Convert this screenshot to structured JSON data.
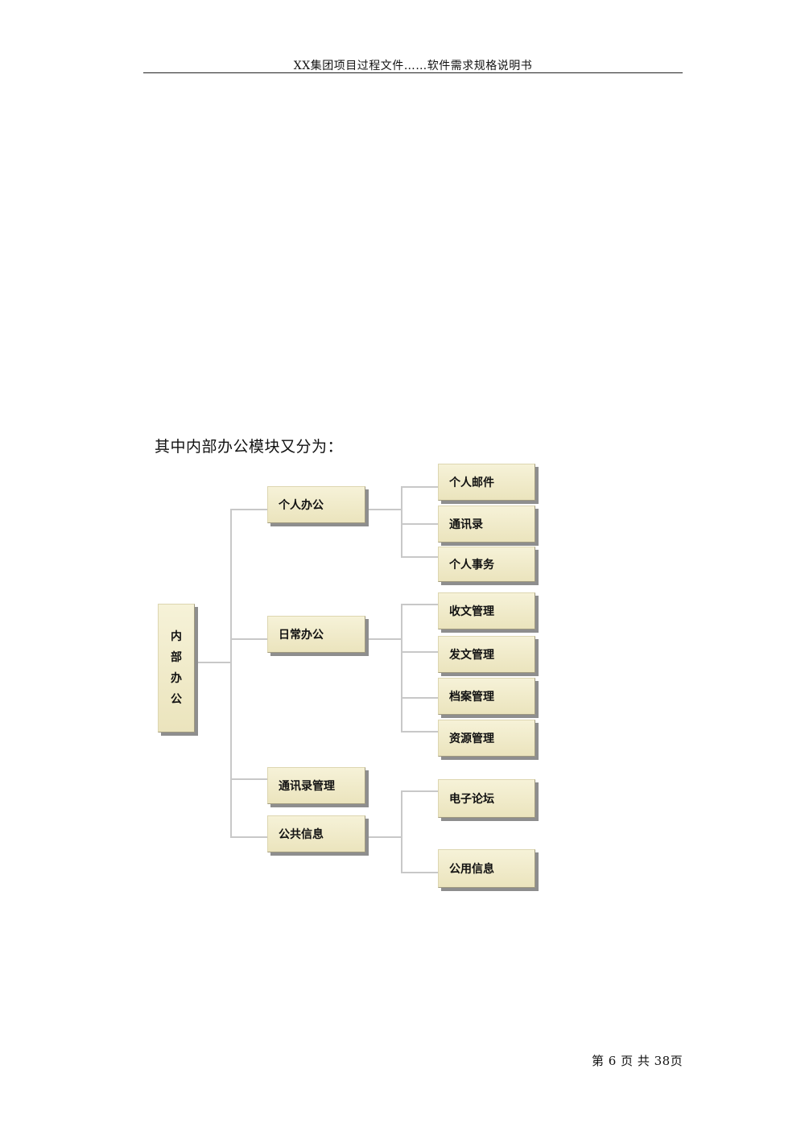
{
  "header": {
    "title": "XX集团项目过程文件……软件需求规格说明书"
  },
  "intro_text": "其中内部办公模块又分为：",
  "tree": {
    "root": {
      "label": "内部办公",
      "chars": [
        "内",
        "部",
        "办",
        "公"
      ]
    },
    "branches": [
      {
        "label": "个人办公",
        "children": [
          "个人邮件",
          "通讯录",
          "个人事务"
        ]
      },
      {
        "label": "日常办公",
        "children": [
          "收文管理",
          "发文管理",
          "档案管理",
          "资源管理"
        ]
      },
      {
        "label": "通讯录管理",
        "children": []
      },
      {
        "label": "公共信息",
        "children": [
          "电子论坛",
          "公用信息"
        ]
      }
    ]
  },
  "footer": {
    "page_label": "第 6 页 共 38页"
  }
}
